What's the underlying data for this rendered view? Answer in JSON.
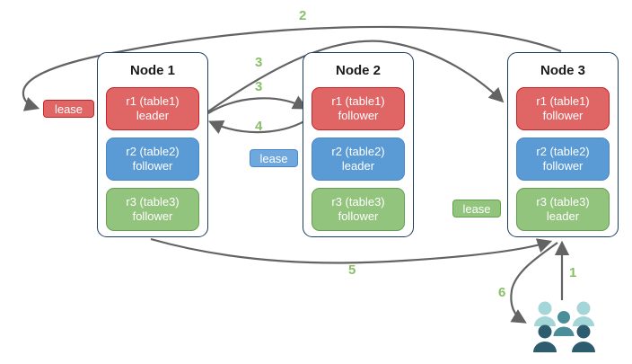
{
  "diagram_type": "distributed-database-lease-diagram",
  "nodes": [
    {
      "title": "Node 1",
      "ranges": [
        {
          "name": "r1 (table1)",
          "role": "leader",
          "color": "red"
        },
        {
          "name": "r2 (table2)",
          "role": "follower",
          "color": "blue"
        },
        {
          "name": "r3 (table3)",
          "role": "follower",
          "color": "green"
        }
      ]
    },
    {
      "title": "Node 2",
      "ranges": [
        {
          "name": "r1 (table1)",
          "role": "follower",
          "color": "red"
        },
        {
          "name": "r2 (table2)",
          "role": "leader",
          "color": "blue"
        },
        {
          "name": "r3 (table3)",
          "role": "follower",
          "color": "green"
        }
      ]
    },
    {
      "title": "Node 3",
      "ranges": [
        {
          "name": "r1 (table1)",
          "role": "follower",
          "color": "red"
        },
        {
          "name": "r2 (table2)",
          "role": "follower",
          "color": "blue"
        },
        {
          "name": "r3 (table3)",
          "role": "leader",
          "color": "green"
        }
      ]
    }
  ],
  "leases": [
    {
      "label": "lease",
      "color": "red"
    },
    {
      "label": "lease",
      "color": "blue"
    },
    {
      "label": "lease",
      "color": "green"
    }
  ],
  "steps": {
    "s1": "1",
    "s2": "2",
    "s3a": "3",
    "s3b": "3",
    "s4": "4",
    "s5": "5",
    "s6": "6"
  },
  "icons": {
    "users_group": "users-group-icon"
  },
  "colors": {
    "red_fill": "#e06666",
    "red_border": "#cc2127",
    "blue_fill": "#5b9bd5",
    "blue_lease_fill": "#6fa8dc",
    "blue_border": "#4a86c8",
    "green_fill": "#93c47d",
    "green_border": "#63a050",
    "node_border": "#1c3d5e",
    "arrow": "#636363",
    "step_label": "#8abf68",
    "people_light": "#a5d6d7",
    "people_mid": "#4a8e99",
    "people_dark": "#2d5c6e"
  }
}
